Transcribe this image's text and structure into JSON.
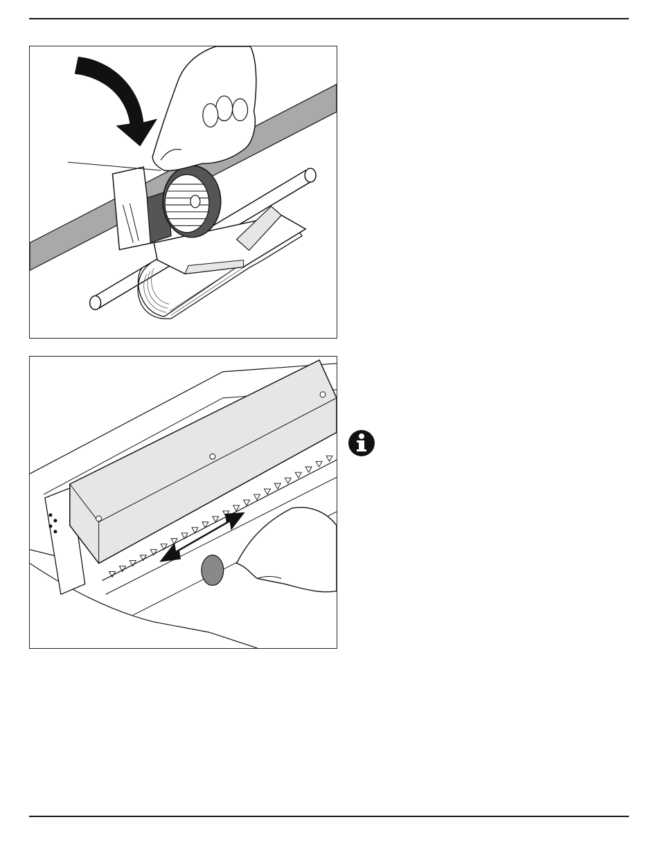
{
  "page": {
    "header_rule": "top-rule",
    "footer_rule": "bottom-rule"
  },
  "figures": [
    {
      "id": "figure-1",
      "icon": "ribbon-cassette-insert-illustration"
    },
    {
      "id": "figure-2",
      "icon": "print-head-slide-illustration"
    }
  ],
  "note": {
    "icon": "info-icon"
  },
  "colors": {
    "ink": "#111111",
    "gray_band": "#a9a9a9",
    "light_gray": "#e6e6e6",
    "cassette": "#555555"
  }
}
